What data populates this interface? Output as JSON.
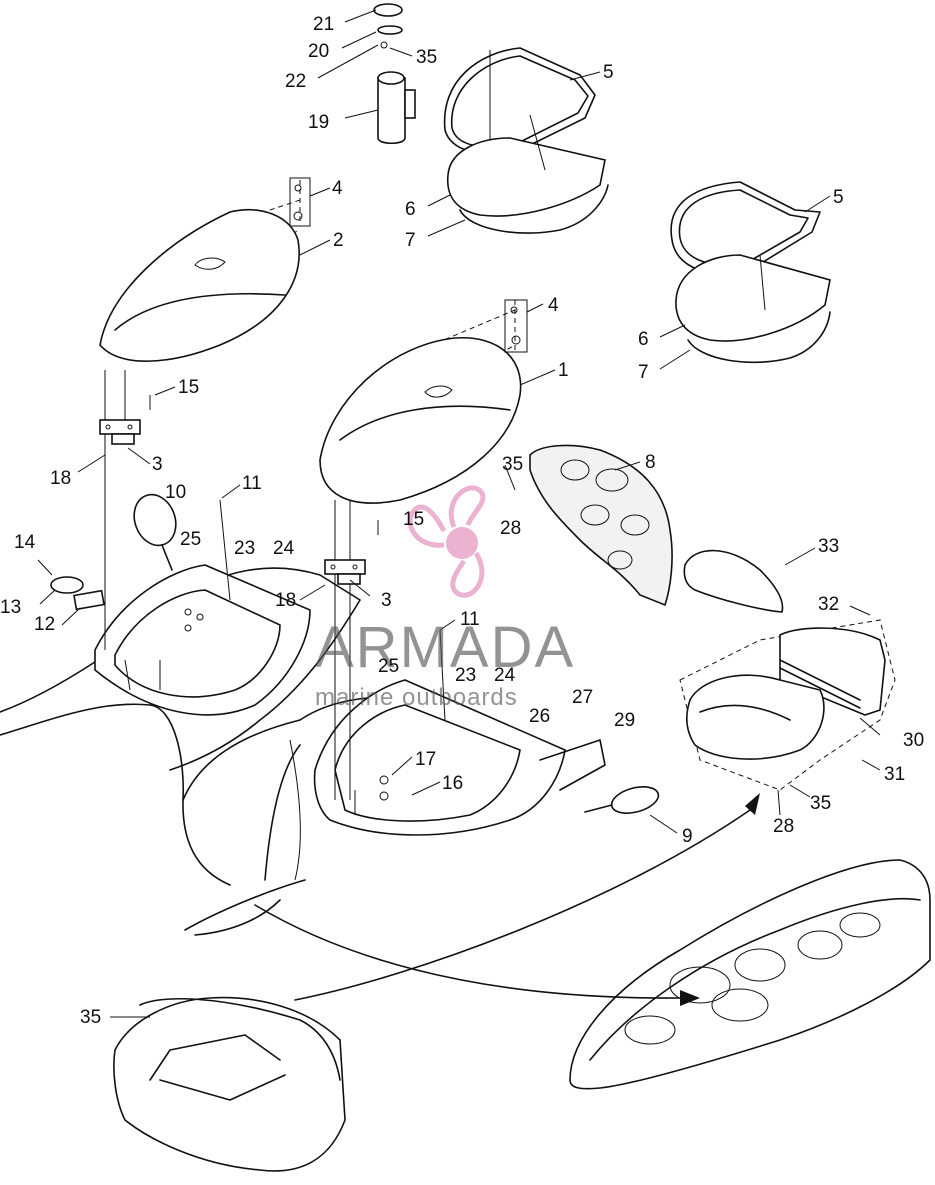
{
  "diagram": {
    "watermark": {
      "brand": "ARMADA",
      "tagline": "marine outboards",
      "logo": "propeller-logo",
      "logo_color": "#e9a6c9"
    },
    "callouts": {
      "c21": "21",
      "c20": "20",
      "c22": "22",
      "c35a": "35",
      "c19": "19",
      "c5a": "5",
      "c6a": "6",
      "c7a": "7",
      "c4a": "4",
      "c2": "2",
      "c5b": "5",
      "c6b": "6",
      "c7b": "7",
      "c4b": "4",
      "c1": "1",
      "c15a": "15",
      "c18a": "18",
      "c3a": "3",
      "c10": "10",
      "c11a": "11",
      "c35b": "35",
      "c8": "8",
      "c28a": "28",
      "c14": "14",
      "c25a": "25",
      "c23a": "23",
      "c24a": "24",
      "c15b": "15",
      "c13": "13",
      "c12": "12",
      "c18b": "18",
      "c3b": "3",
      "c33": "33",
      "c32": "32",
      "c11b": "11",
      "c25b": "25",
      "c23b": "23",
      "c24b": "24",
      "c26": "26",
      "c27": "27",
      "c29": "29",
      "c30": "30",
      "c17": "17",
      "c16": "16",
      "c31": "31",
      "c35c": "35",
      "c28b": "28",
      "c9": "9",
      "c35d": "35"
    }
  }
}
